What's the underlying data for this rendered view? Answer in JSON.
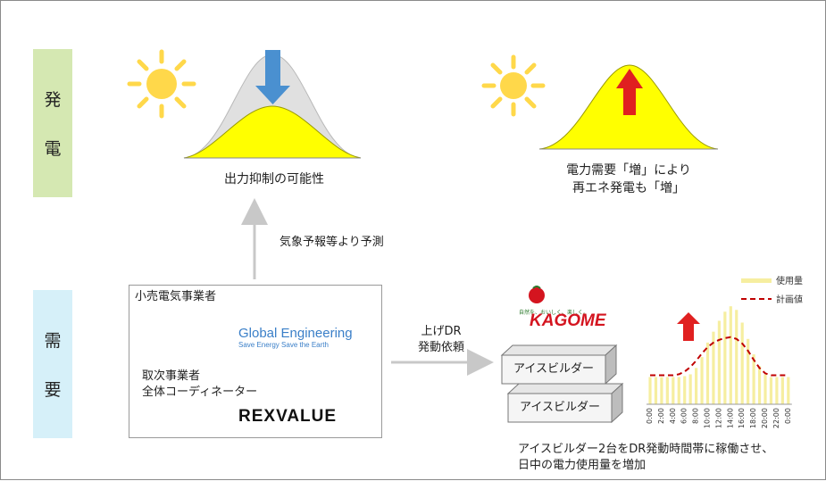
{
  "sidebar": {
    "generation": [
      "発",
      "電"
    ],
    "demand": [
      "需",
      "要"
    ]
  },
  "top_left": {
    "caption": "出力抑制の可能性"
  },
  "top_right": {
    "caption_line1": "電力需要「増」により",
    "caption_line2": "再エネ発電も「増」"
  },
  "forecast_label": "気象予報等より予測",
  "supplier_box": {
    "retailer_label": "小売電気事業者",
    "logo1_name": "Global Engineering",
    "logo1_tagline": "Save Energy Save the Earth",
    "agency_label_line1": "取次事業者",
    "agency_label_line2": "全体コーディネーター",
    "logo2_text": "REXVALUE"
  },
  "dr_label": {
    "line1": "上げDR",
    "line2": "発動依頼"
  },
  "kagome": {
    "tagline": "自然を、おいしく、楽しく。",
    "name": "KAGOME"
  },
  "ice_builders": [
    "アイスビルダー",
    "アイスビルダー"
  ],
  "bottom_note": {
    "line1": "アイスビルダー2台をDR発動時間帯に稼働させ、",
    "line2": "日中の電力使用量を増加"
  },
  "colors": {
    "gen_bg": "#d5e8b2",
    "dem_bg": "#d6f0f9",
    "yellow": "#ffff00",
    "blue_arrow": "#4a90d0",
    "red_arrow": "#e02020",
    "bar": "#f6eea0",
    "plan_line": "#c00000"
  },
  "chart_data": {
    "type": "bar",
    "legend": [
      "使用量",
      "計画値"
    ],
    "legend_position": "top-right",
    "categories": [
      "0:00",
      "",
      "2:00",
      "",
      "4:00",
      "",
      "6:00",
      "",
      "8:00",
      "",
      "10:00",
      "",
      "12:00",
      "",
      "14:00",
      "",
      "16:00",
      "",
      "18:00",
      "",
      "20:00",
      "",
      "22:00",
      "",
      "0:00"
    ],
    "series": [
      {
        "name": "使用量",
        "type": "bar",
        "values": [
          3,
          3,
          3,
          3,
          3,
          3,
          3.1,
          3.3,
          4.0,
          5.2,
          6.8,
          8.0,
          9.2,
          10.2,
          10.8,
          10.4,
          9.0,
          7.2,
          5.5,
          4.2,
          3.3,
          3.0,
          3,
          3,
          3
        ]
      },
      {
        "name": "計画値",
        "type": "line",
        "values": [
          3.2,
          3.2,
          3.2,
          3.2,
          3.2,
          3.3,
          3.6,
          4.1,
          4.8,
          5.6,
          6.3,
          6.8,
          7.1,
          7.3,
          7.4,
          7.2,
          6.7,
          5.9,
          4.9,
          4.0,
          3.4,
          3.2,
          3.2,
          3.2,
          3.2
        ]
      }
    ],
    "ylim": [
      0,
      12
    ]
  }
}
